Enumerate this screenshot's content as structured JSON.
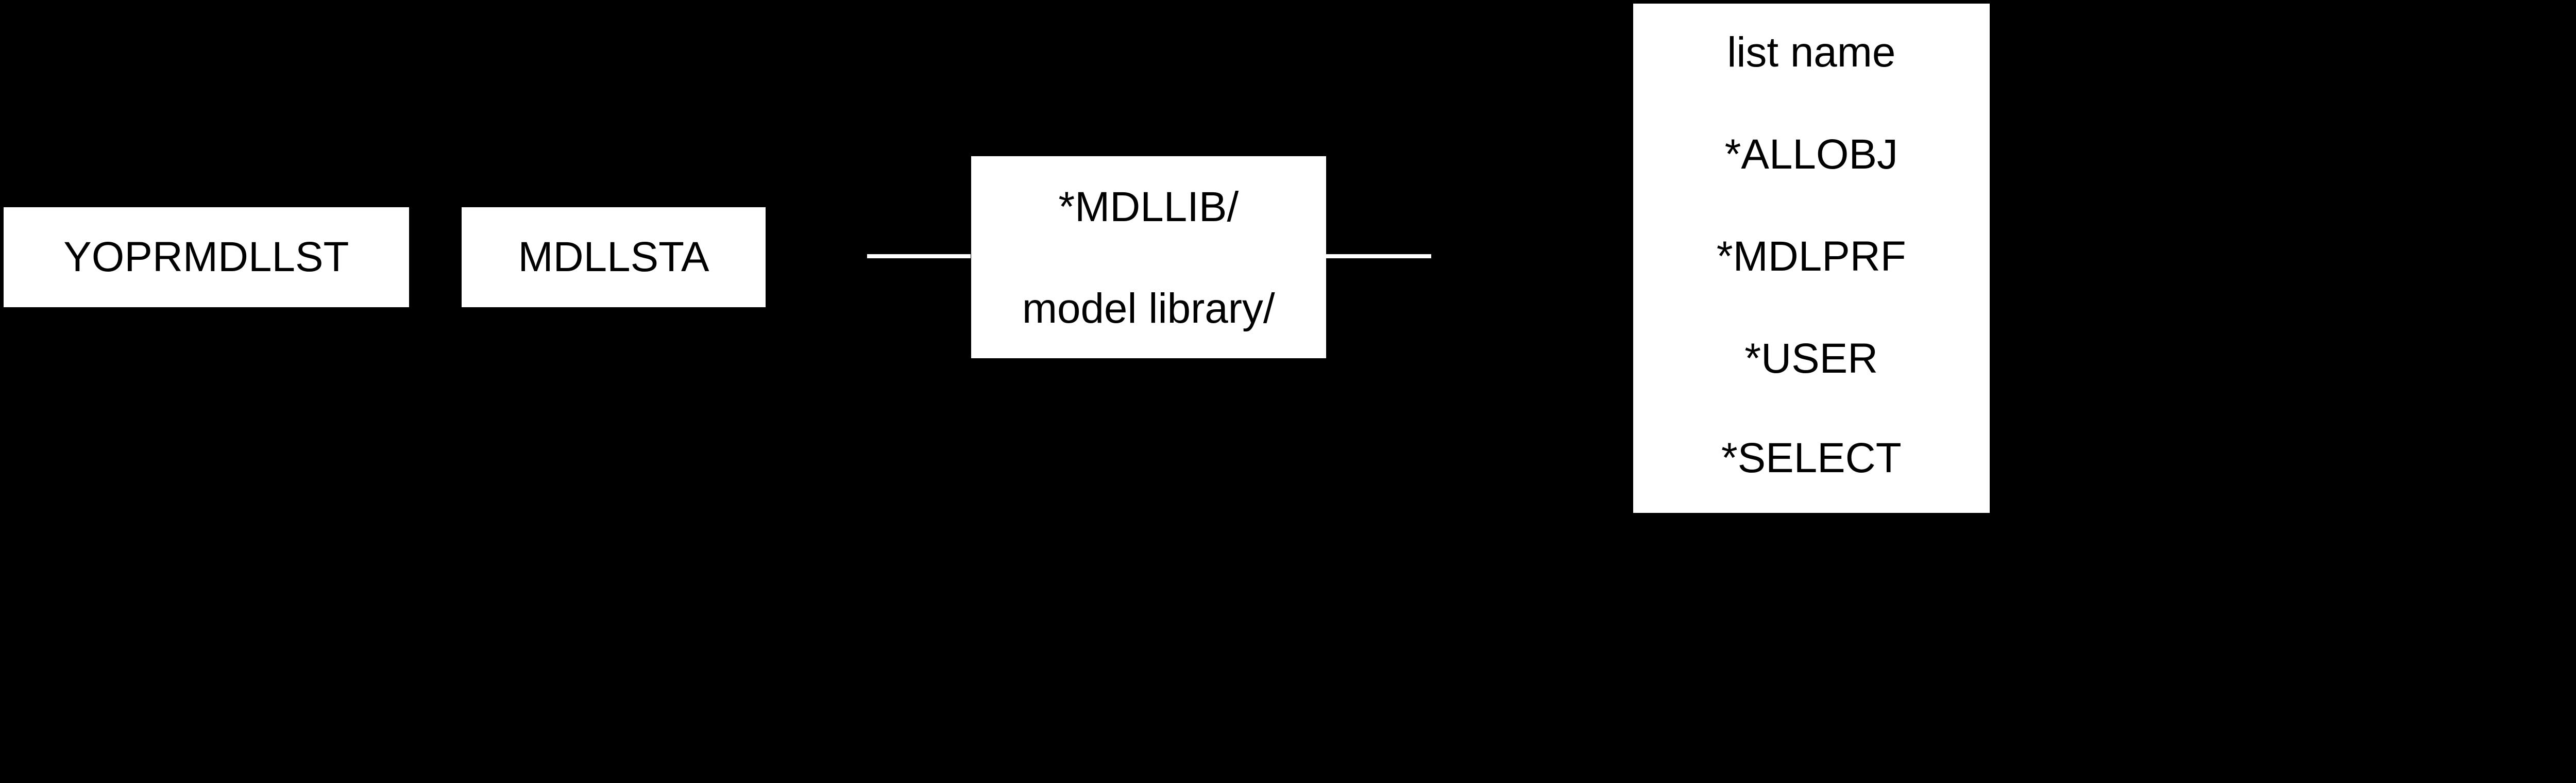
{
  "colors": {
    "background": "#000000",
    "box_fill": "#ffffff",
    "text": "#000000",
    "line": "#ffffff"
  },
  "diagram": {
    "command": "YOPRMDLLST",
    "keyword": "MDLLSTA",
    "library_options": [
      "*MDLLIB/",
      "model library/"
    ],
    "list_options": [
      "list name",
      "*ALLOBJ",
      "*MDLPRF",
      "*USER",
      "*SELECT"
    ]
  }
}
